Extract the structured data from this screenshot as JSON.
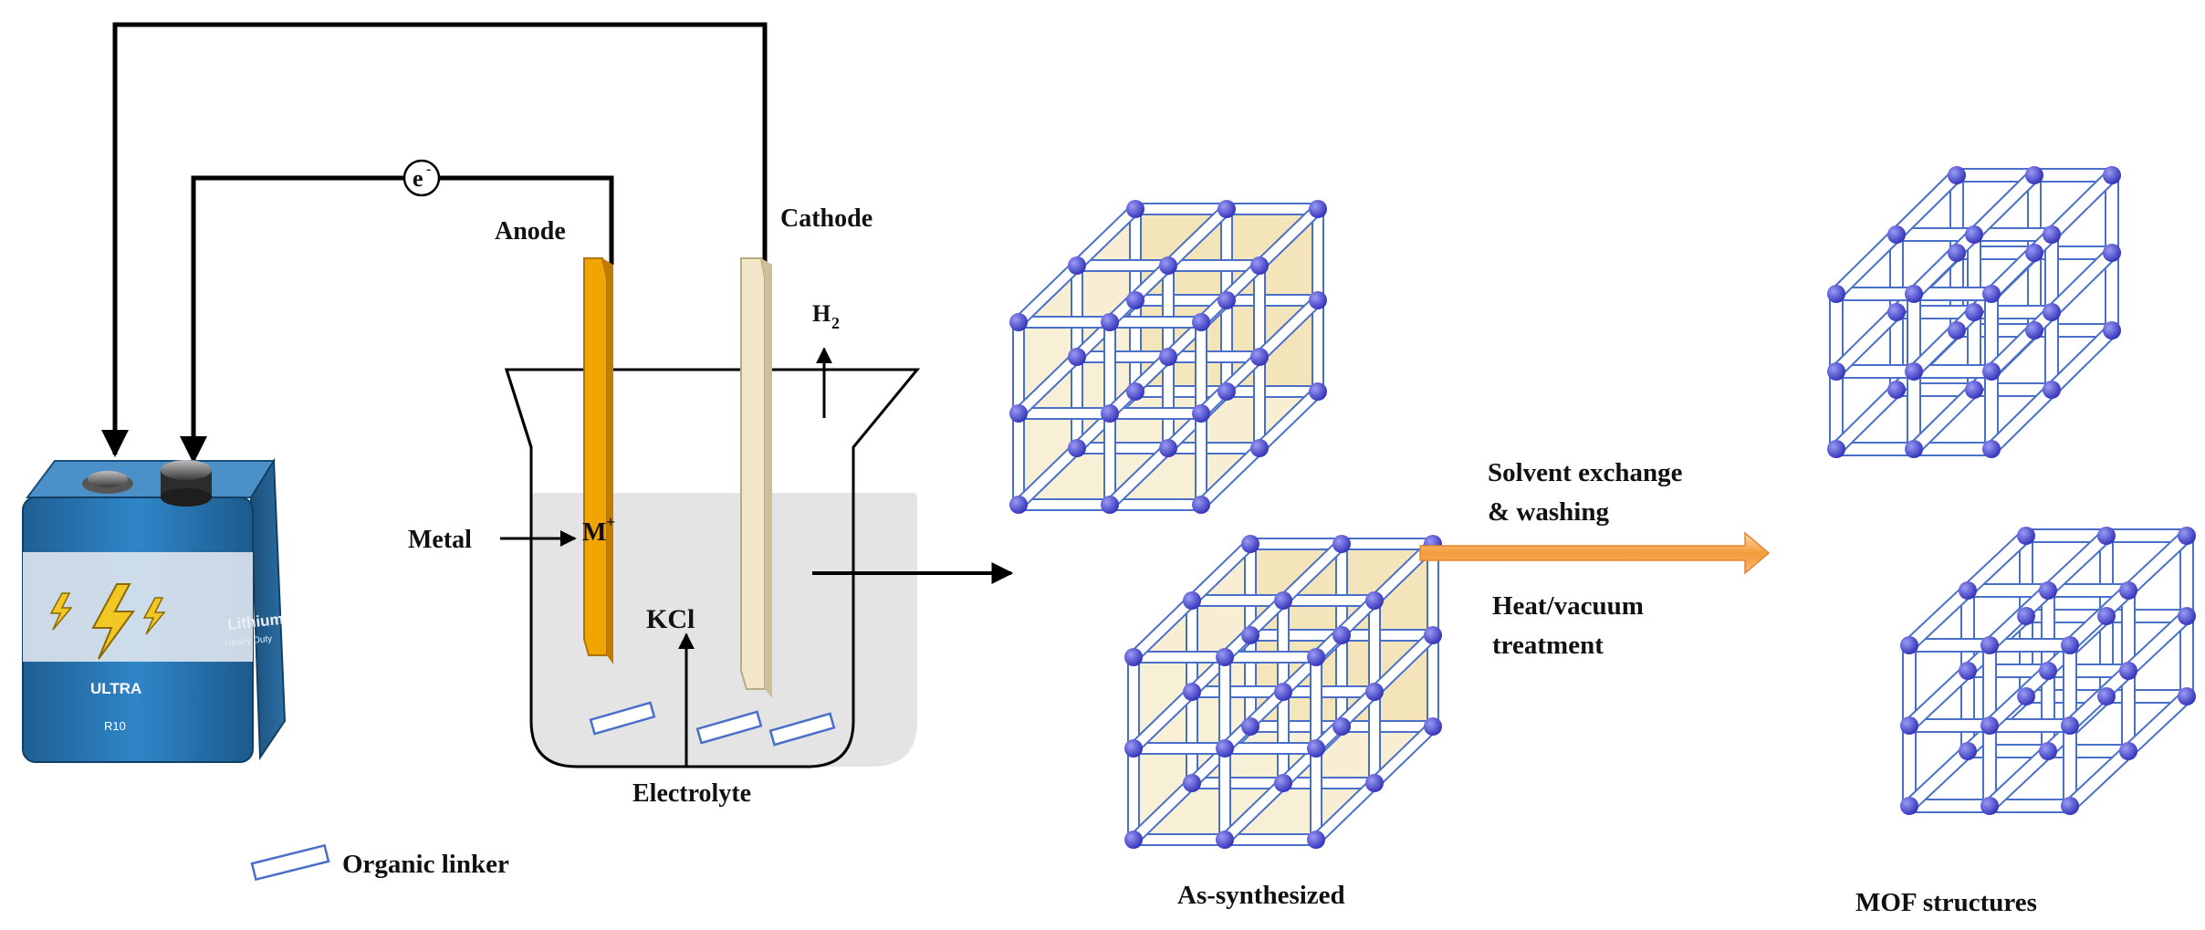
{
  "labels": {
    "anode": "Anode",
    "cathode": "Cathode",
    "electron": "e",
    "electron_sup": "-",
    "h2": "H",
    "h2_sub": "2",
    "metal": "Metal",
    "metal_ion": "M",
    "metal_ion_sup": "+",
    "kcl": "KCl",
    "electrolyte": "Electrolyte",
    "organic_linker": "Organic linker",
    "as_synthesized": "As-synthesized",
    "solvent_exchange_line1": "Solvent exchange",
    "solvent_exchange_line2": "& washing",
    "heat_line1": "Heat/vacuum",
    "heat_line2": "treatment",
    "mof_structures": "MOF structures"
  },
  "battery": {
    "brand": "ULTRA",
    "type": "Lithium",
    "duty": "Heavy Duty",
    "model": "R10"
  },
  "colors": {
    "anode": "#f0a500",
    "cathode": "#f1e6c8",
    "electrolyte": "#e2e2e2",
    "node": "#5454d8",
    "linker_outline": "#4a6fc9",
    "framework_fill": "#f3e3b5",
    "arrow_orange": "#f5a040",
    "battery_blue": "#2a79b8"
  }
}
